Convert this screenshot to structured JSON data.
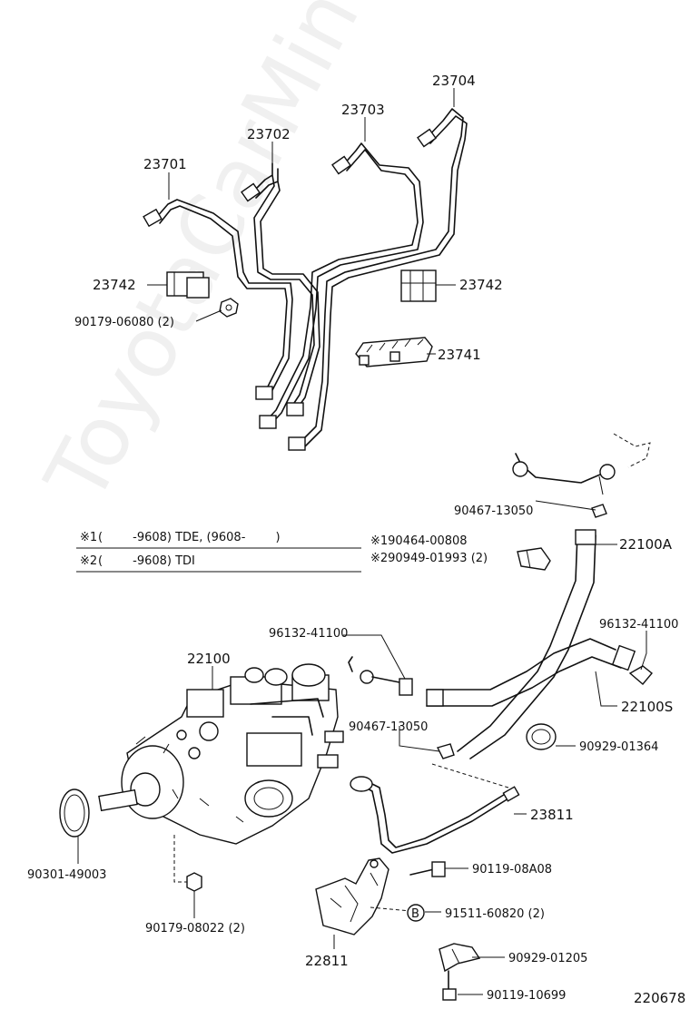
{
  "watermark": "ToyotaCarMine.ru",
  "figure_id": "220678",
  "notes": {
    "line1_mark": "※1",
    "line1_text": "(        -9608) TDE, (9608-        )",
    "line2_mark": "※2",
    "line2_text": "(        -9608) TDI"
  },
  "labels": {
    "p23704": "23704",
    "p23703": "23703",
    "p23702": "23702",
    "p23701": "23701",
    "p23742_left": "23742",
    "p23742_right": "23742",
    "p90179_06080": "90179-06080 (2)",
    "p23741": "23741",
    "p90467_13050_top": "90467-13050",
    "p22100A": "22100A",
    "p90464": "※190464-00808",
    "p90949": "※290949-01993 (2)",
    "p96132_left": "96132-41100",
    "p96132_right": "96132-41100",
    "p22100": "22100",
    "p22100S": "22100S",
    "p90467_13050_mid": "90467-13050",
    "p90929_01364": "90929-01364",
    "p23811": "23811",
    "p90301_49003": "90301-49003",
    "p90119_08A08": "90119-08A08",
    "p91511_60820": "91511-60820 (2)",
    "circle_B": "B",
    "p90179_08022": "90179-08022 (2)",
    "p22811": "22811",
    "p90929_01205": "90929-01205",
    "p90119_10699": "90119-10699"
  }
}
